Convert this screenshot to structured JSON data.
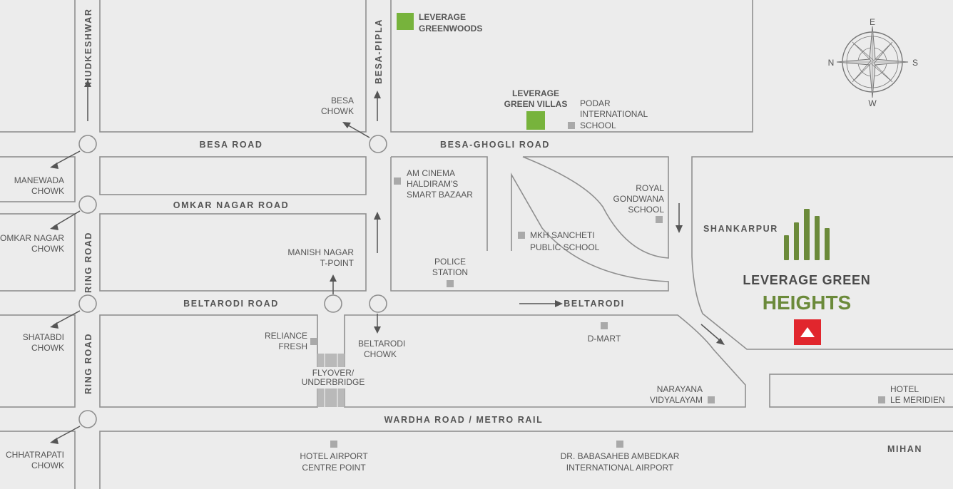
{
  "roads": {
    "besa_road": "BESA ROAD",
    "besa_ghogli_road": "BESA-GHOGLI ROAD",
    "omkar_nagar_road": "OMKAR NAGAR ROAD",
    "beltarodi_road": "BELTARODI ROAD",
    "beltarodi": "BELTARODI",
    "wardha_road": "WARDHA ROAD / METRO RAIL",
    "ring_road": "RING ROAD",
    "hudkeshwar": "HUDKESHWAR",
    "besa_pipla": "BESA-PIPLA"
  },
  "chowks": {
    "manewada": [
      "MANEWADA",
      "CHOWK"
    ],
    "omkar_nagar": [
      "OMKAR NAGAR",
      "CHOWK"
    ],
    "shatabdi": [
      "SHATABDI",
      "CHOWK"
    ],
    "chhatrapati": [
      "CHHATRAPATI",
      "CHOWK"
    ],
    "besa": [
      "BESA",
      "CHOWK"
    ],
    "manish_nagar": [
      "MANISH NAGAR",
      "T-POINT"
    ],
    "beltarodi": [
      "BELTARODI",
      "CHOWK"
    ]
  },
  "landmarks": {
    "am_cinema": [
      "AM CINEMA",
      "HALDIRAM'S",
      "SMART BAZAAR"
    ],
    "police_station": [
      "POLICE",
      "STATION"
    ],
    "mkh_sancheti": [
      "MKH SANCHETI",
      "PUBLIC SCHOOL"
    ],
    "royal_gondwana": [
      "ROYAL",
      "GONDWANA",
      "SCHOOL"
    ],
    "podar": [
      "PODAR",
      "INTERNATIONAL",
      "SCHOOL"
    ],
    "reliance_fresh": [
      "RELIANCE",
      "FRESH"
    ],
    "d_mart": "D-MART",
    "narayana": [
      "NARAYANA",
      "VIDYALAYAM"
    ],
    "hotel_le_meridien": [
      "HOTEL",
      "LE MERIDIEN"
    ],
    "hotel_airport": [
      "HOTEL AIRPORT",
      "CENTRE POINT"
    ],
    "airport": [
      "DR. BABASAHEB AMBEDKAR",
      "INTERNATIONAL AIRPORT"
    ],
    "flyover": [
      "FLYOVER/",
      "UNDERBRIDGE"
    ]
  },
  "areas": {
    "shankarpur": "SHANKARPUR",
    "mihan": "MIHAN"
  },
  "projects": {
    "greenwoods": [
      "LEVERAGE",
      "GREENWOODS"
    ],
    "green_villas": [
      "LEVERAGE",
      "GREEN VILLAS"
    ]
  },
  "brand": {
    "line1": "LEVERAGE GREEN",
    "line2": "HEIGHTS",
    "green": "#6b8a3a",
    "red": "#e1262d"
  },
  "compass": {
    "e": "E",
    "w": "W",
    "n": "N",
    "s": "S"
  },
  "colors": {
    "background": "#ececec",
    "road_line": "#8f8f8f",
    "text": "#555555",
    "project_marker": "#77b33c",
    "landmark_marker": "#a9a9a9"
  }
}
